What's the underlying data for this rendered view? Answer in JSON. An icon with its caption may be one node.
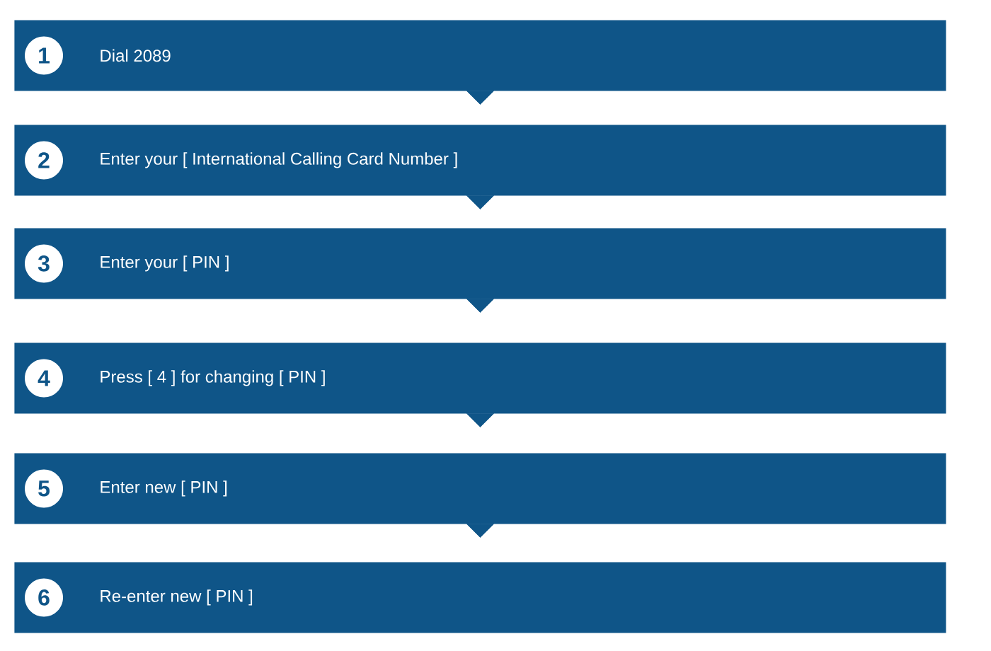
{
  "diagram": {
    "nodes": [
      {
        "text": [
          "1",
          "Dial 2089"
        ]
      },
      {
        "text": [
          "2",
          "Enter your [ International Calling Card Number ]"
        ]
      },
      {
        "text": [
          "3",
          "Enter your [ PIN ]"
        ]
      },
      {
        "text": [
          "4",
          "Press [ 4 ] for changing [ PIN ]"
        ]
      },
      {
        "text": [
          "5",
          "Enter new [ PIN ]"
        ]
      },
      {
        "text": [
          "6",
          "Re-enter new [ PIN ]"
        ]
      }
    ],
    "edges": [
      {
        "from": 0,
        "to": 1,
        "arrow": "to"
      },
      {
        "from": 1,
        "to": 2,
        "arrow": "to"
      },
      {
        "from": 2,
        "to": 3,
        "arrow": "to"
      },
      {
        "from": 3,
        "to": 4,
        "arrow": "to"
      },
      {
        "from": 4,
        "to": 5,
        "arrow": "to"
      }
    ]
  }
}
